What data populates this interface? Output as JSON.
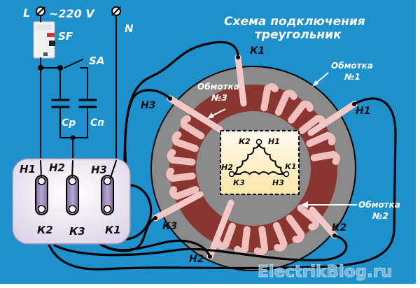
{
  "title": {
    "line1": "Схема подключения",
    "line2": "треугольник"
  },
  "supply": {
    "line_label": "L",
    "voltage_label": "~220 V",
    "neutral_label": "N",
    "breaker_label": "SF",
    "switch_label": "SA",
    "cap_run_label": "Ср",
    "cap_start_label": "Сп"
  },
  "terminal_box": {
    "top_labels": [
      "Н1",
      "Н2",
      "Н3"
    ],
    "bottom_labels": [
      "К2",
      "К3",
      "К1"
    ]
  },
  "windings": {
    "w1": {
      "label": "Обмотка",
      "number": "№1",
      "start": "Н1",
      "end": "К1"
    },
    "w2": {
      "label": "Обмотка",
      "number": "№2",
      "start": "Н2",
      "end": "К2"
    },
    "w3": {
      "label": "Обмотка",
      "number": "№3",
      "start": "Н3",
      "end": "К3"
    }
  },
  "lead_labels": {
    "k1": "К1",
    "h1": "Н1",
    "h3": "Н3",
    "k3": "К3",
    "h2": "Н2",
    "k2": "К2"
  },
  "delta_inset": {
    "labels": {
      "k2": "К2",
      "h1": "Н1",
      "h2": "Н2",
      "k1": "К1",
      "k3": "К3",
      "h3": "Н3"
    }
  },
  "watermark": "ElectrikBlog.ru",
  "colors": {
    "background": "#1e90cc",
    "stator_gray": "#8a8a8a",
    "winding_brown": "#8b3530",
    "coil_pink": "#f0c0bd",
    "inset_fill": "#fdf0c8",
    "terminal_box": "#ece6f2",
    "terminal_bar": "#9b88b8"
  }
}
